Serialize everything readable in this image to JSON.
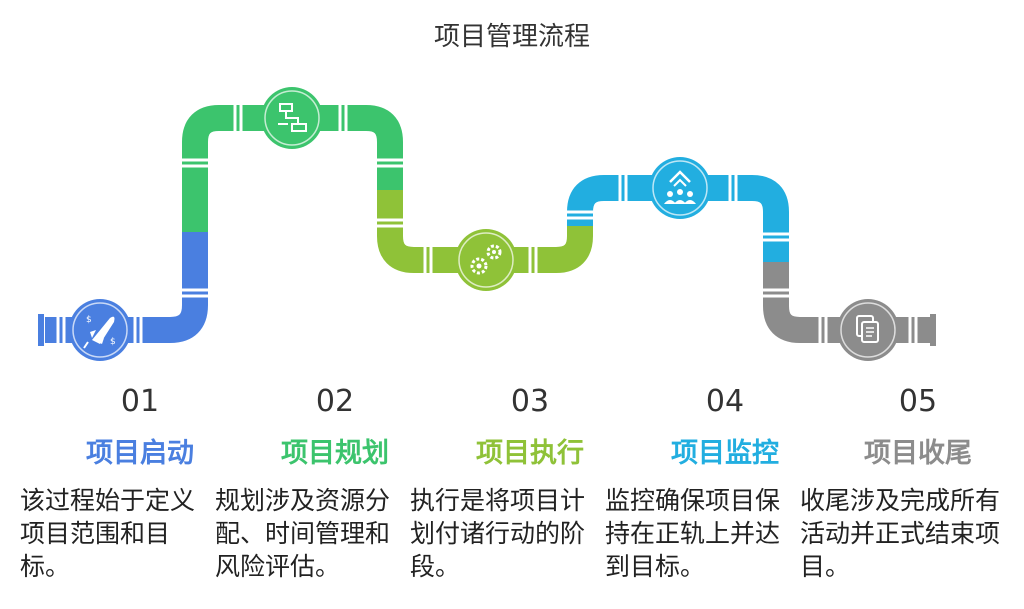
{
  "title": "项目管理流程",
  "steps": [
    {
      "num": "01",
      "name": "项目启动",
      "desc": "该过程始于定义项目范围和目标。",
      "color": "#4a7fe0",
      "icon": "rocket-icon"
    },
    {
      "num": "02",
      "name": "项目规划",
      "desc": "规划涉及资源分配、时间管理和风险评估。",
      "color": "#3cc46d",
      "icon": "flowchart-icon"
    },
    {
      "num": "03",
      "name": "项目执行",
      "desc": "执行是将项目计划付诸行动的阶段。",
      "color": "#8fc238",
      "icon": "gears-icon"
    },
    {
      "num": "04",
      "name": "项目监控",
      "desc": "监控确保项目保持在正轨上并达到目标。",
      "color": "#22aee0",
      "icon": "team-growth-icon"
    },
    {
      "num": "05",
      "name": "项目收尾",
      "desc": "收尾涉及完成所有活动并正式结束项目。",
      "color": "#8c8c8c",
      "icon": "documents-icon"
    }
  ]
}
